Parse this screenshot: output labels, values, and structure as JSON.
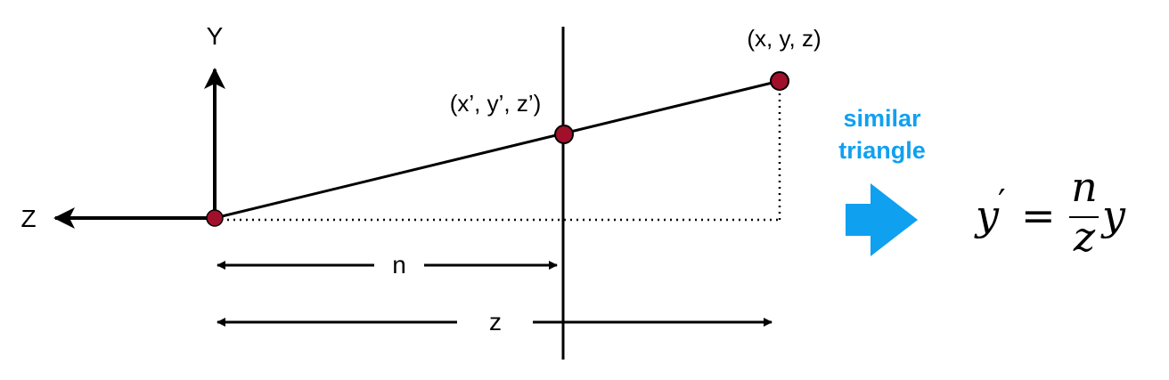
{
  "axes": {
    "y_label": "Y",
    "z_label": "Z"
  },
  "points": {
    "far": "(x, y, z)",
    "near": "(x’, y’, z’)"
  },
  "dimensions": {
    "n_label": "n",
    "z_label": "z"
  },
  "annotation": {
    "line1": "similar",
    "line2": "triangle"
  },
  "equation": {
    "lhs": "y",
    "prime": "′",
    "equals": "=",
    "numerator": "n",
    "denominator": "z",
    "rhs": "y"
  },
  "colors": {
    "point_fill": "#a0102a",
    "accent": "#10a0f0",
    "ink": "#000000"
  },
  "icons": [
    "right-arrow-icon"
  ]
}
